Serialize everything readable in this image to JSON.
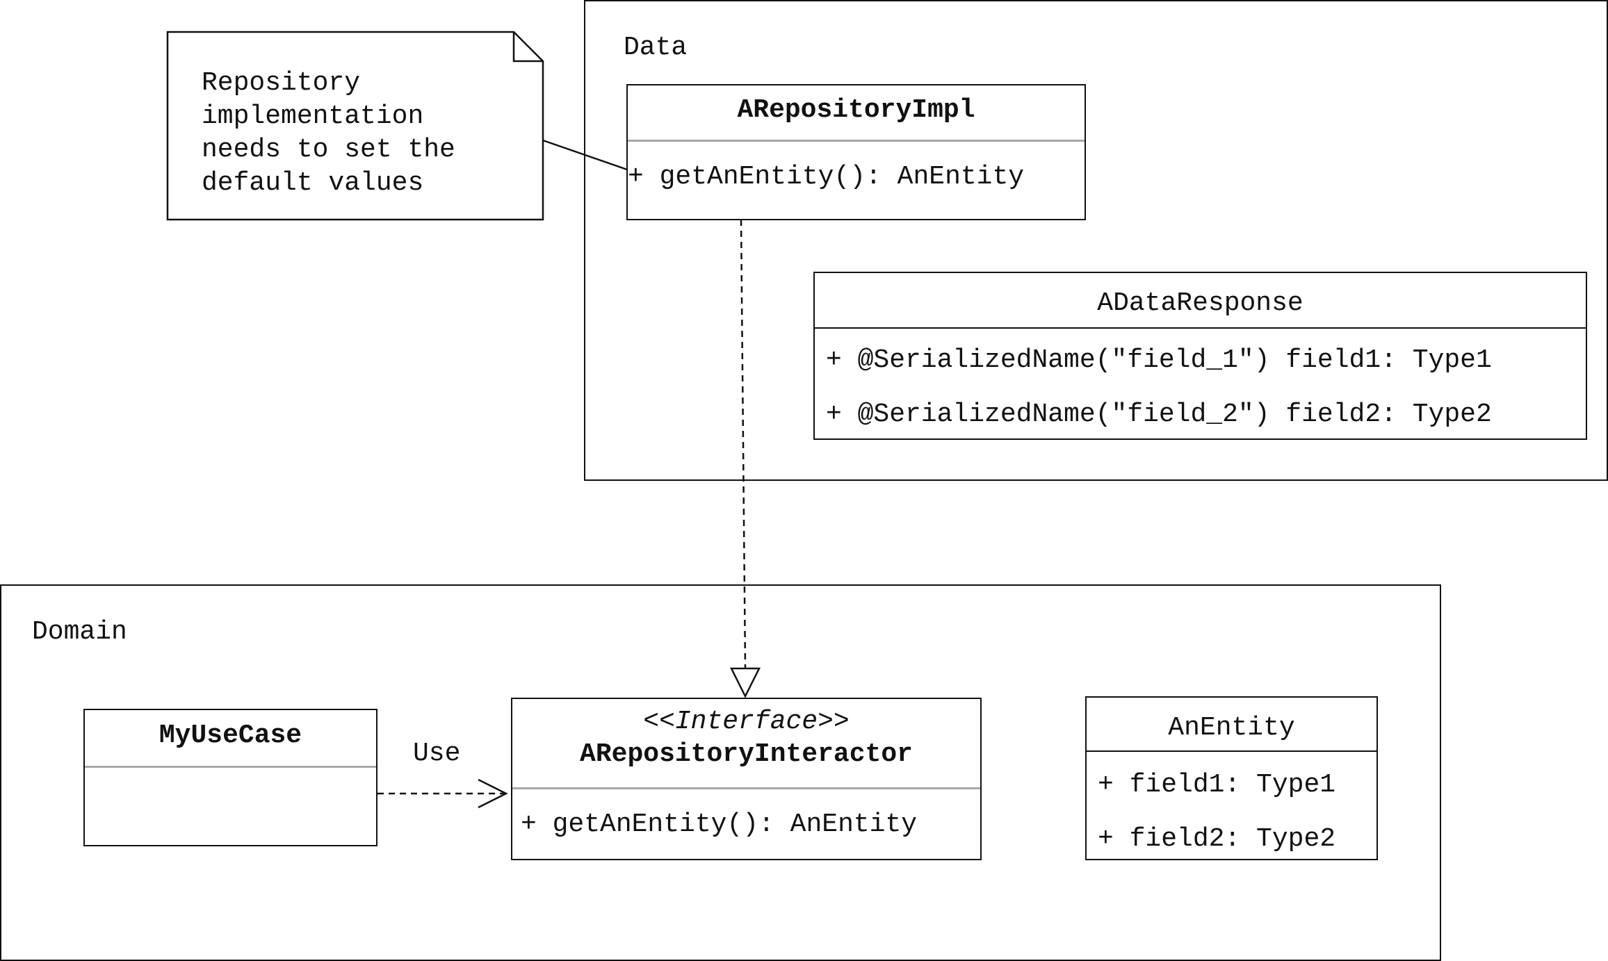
{
  "packages": {
    "data": {
      "label": "Data"
    },
    "domain": {
      "label": "Domain"
    }
  },
  "note": {
    "lines": [
      "Repository",
      "implementation",
      "needs to set the",
      "default values"
    ]
  },
  "classes": {
    "repository_impl": {
      "name": "ARepositoryImpl",
      "members": [
        "+ getAnEntity(): AnEntity"
      ]
    },
    "data_response": {
      "name": "ADataResponse",
      "members": [
        "+ @SerializedName(\"field_1\") field1: Type1",
        "+ @SerializedName(\"field_2\") field2: Type2"
      ]
    },
    "use_case": {
      "name": "MyUseCase",
      "members": []
    },
    "repository_interactor": {
      "stereotype": "<<Interface>>",
      "name": "ARepositoryInteractor",
      "members": [
        "+ getAnEntity(): AnEntity"
      ]
    },
    "entity": {
      "name": "AnEntity",
      "members": [
        "+ field1: Type1",
        "+ field2: Type2"
      ]
    }
  },
  "relations": {
    "use_label": "Use"
  }
}
